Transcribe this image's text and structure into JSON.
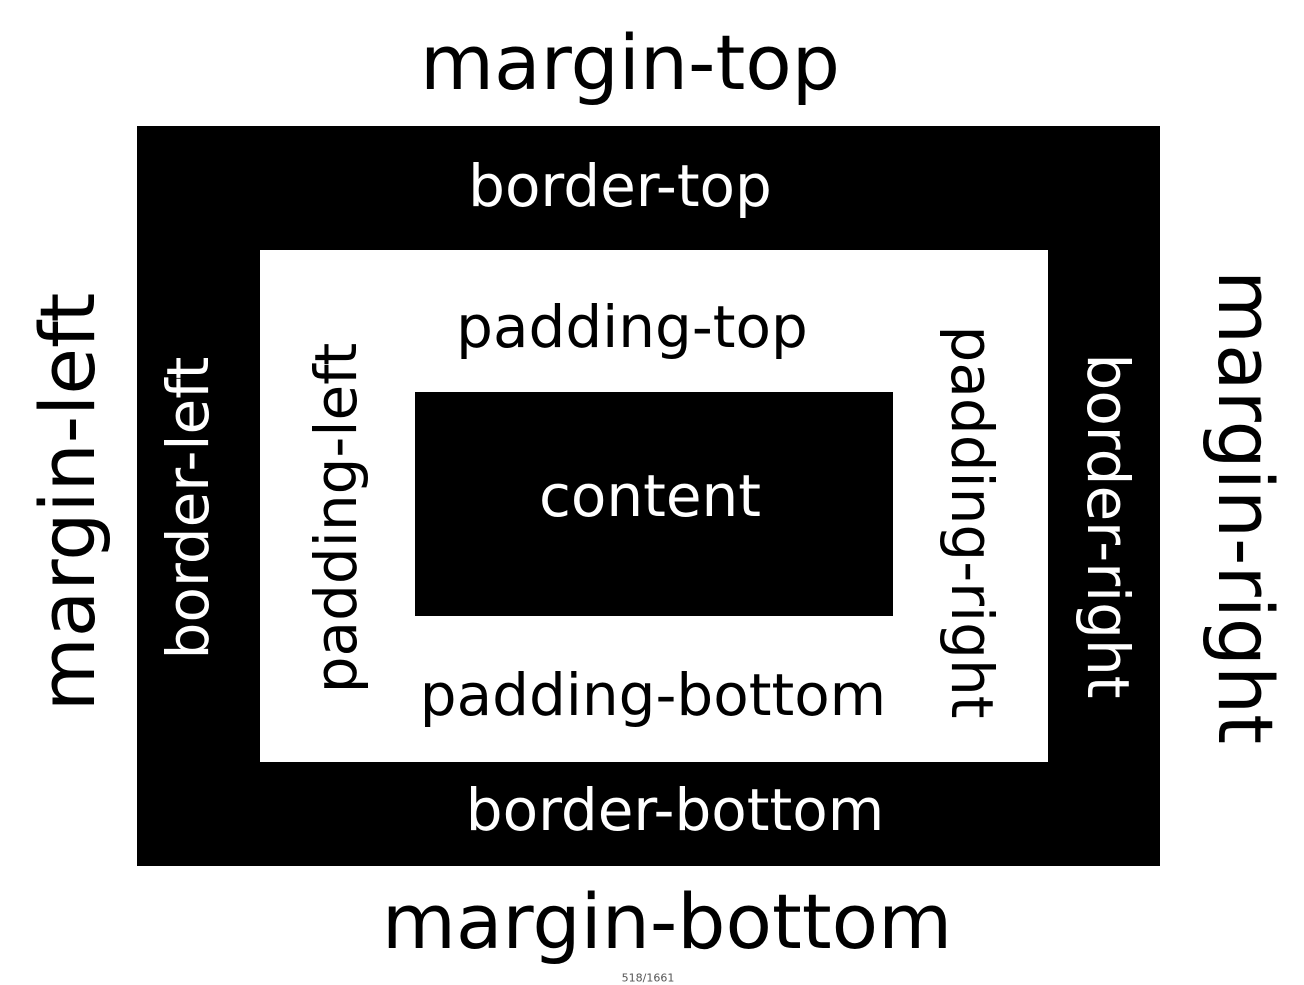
{
  "colors": {
    "background": "#ffffff",
    "border_fill": "#000000",
    "padding_fill": "#ffffff",
    "content_fill": "#000000"
  },
  "margin": {
    "top": "margin-top",
    "bottom": "margin-bottom",
    "left": "margin-left",
    "right": "margin-right"
  },
  "border": {
    "top": "border-top",
    "bottom": "border-bottom",
    "left": "border-left",
    "right": "border-right"
  },
  "padding": {
    "top": "padding-top",
    "bottom": "padding-bottom",
    "left": "padding-left",
    "right": "padding-right"
  },
  "content": {
    "label": "content"
  },
  "footer": {
    "page_counter": "518/1661"
  }
}
